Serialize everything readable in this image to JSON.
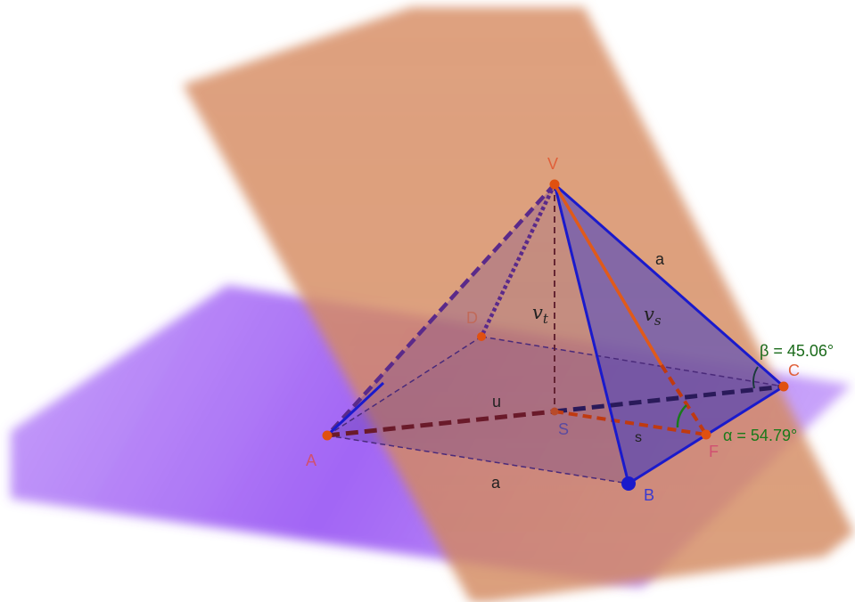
{
  "points": {
    "V": "V",
    "D": "D",
    "C": "C",
    "A": "A",
    "S": "S",
    "F": "F",
    "B": "B"
  },
  "segments": {
    "edge_vc": "a",
    "edge_ab": "a",
    "half_diagonal": "u",
    "slant_height_s": "s"
  },
  "math_labels": {
    "height_main": "v",
    "height_sub": "t",
    "apothem_main": "v",
    "apothem_sub": "s"
  },
  "angles": {
    "beta": "β = 45.06°",
    "alpha": "α = 54.79°"
  },
  "colors": {
    "base_plane": "#8a3df2",
    "cut_plane": "#d2875c",
    "pyramid_face": "#4a3ac8",
    "blue_edge": "#1a1acc",
    "purple_dashed": "#5a2a8a",
    "orange_line": "#e05a1a",
    "vertex_point": "#e05010",
    "vertex_label": "#e0603a",
    "pink_label": "#d05070",
    "angle_green": "#1a7a1a"
  }
}
